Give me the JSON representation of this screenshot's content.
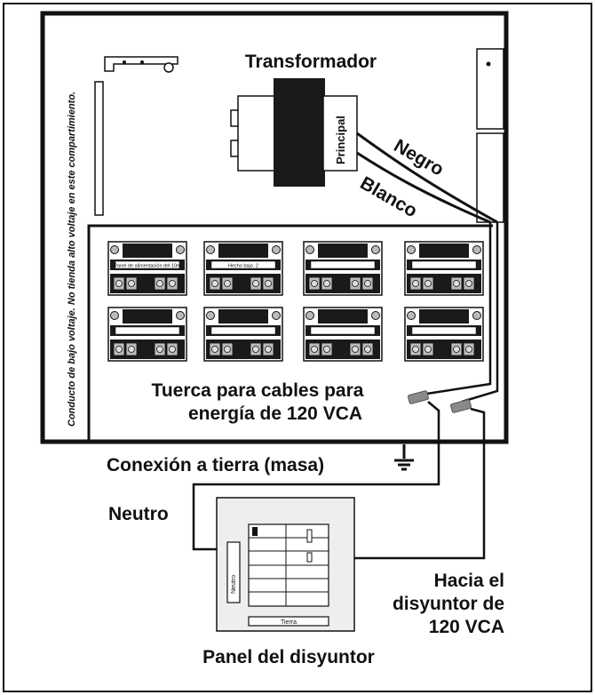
{
  "labels": {
    "transformer": "Transformador",
    "primary": "Principal",
    "black": "Negro",
    "white": "Blanco",
    "side_note": "Conducto de bajo voltaje. No tienda alto voltaje en este compartimiento.",
    "wire_nut_line1": "Tuerca para cables para",
    "wire_nut_line2": "energía de 120 VCA",
    "ground": "Conexión a tierra (masa)",
    "neutral": "Neutro",
    "to_breaker_line1": "Hacia el",
    "to_breaker_line2": "disyuntor de",
    "to_breaker_line3": "120 VCA",
    "panel": "Panel del disyuntor",
    "panel_neutral": "Neutro",
    "panel_ground": "Tierra"
  },
  "modules": [
    {
      "label": "Panel de alimentación del 10m"
    },
    {
      "label": "Hecho bajo. 2"
    },
    {
      "label": ""
    },
    {
      "label": ""
    },
    {
      "label": ""
    },
    {
      "label": ""
    },
    {
      "label": ""
    },
    {
      "label": ""
    }
  ],
  "colors": {
    "stroke": "#111111",
    "wire_nut": "#8a8a8a",
    "panel_fill": "#eeeeee"
  }
}
